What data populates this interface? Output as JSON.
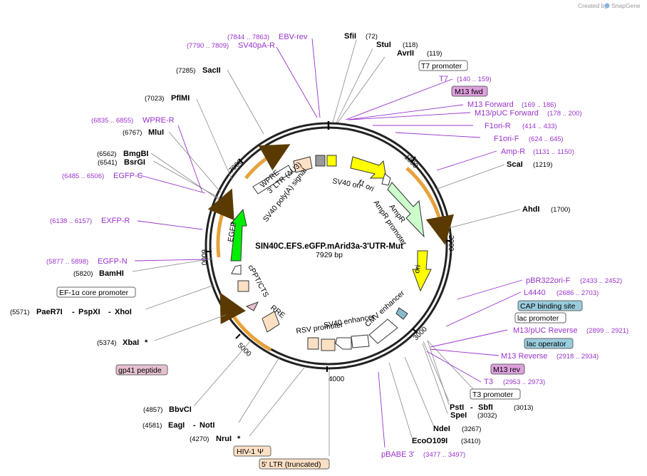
{
  "plasmid": {
    "name": "SIN40C.EFS.eGFP.mArid3a-3'UTR-Mut",
    "size_label": "7929 bp"
  },
  "credit": {
    "created_by": "Created by",
    "brand": "SnapGene"
  },
  "ticks": [
    "1000",
    "2000",
    "3000",
    "4000",
    "5000",
    "6000",
    "7000"
  ],
  "enzymes": [
    {
      "name": "SfiI",
      "pos": "(72)"
    },
    {
      "name": "StuI",
      "pos": "(118)"
    },
    {
      "name": "AvrII",
      "pos": "(119)"
    },
    {
      "name": "ScaI",
      "pos": "(1219)"
    },
    {
      "name": "AhdI",
      "pos": "(1700)"
    },
    {
      "name": "PstI",
      "pos": "(3013)",
      "joiner": "-",
      "name2": "SbfI"
    },
    {
      "name": "SpeI",
      "pos": "(3032)"
    },
    {
      "name": "NdeI",
      "pos": "(3267)"
    },
    {
      "name": "EcoO109I",
      "pos": "(3410)"
    },
    {
      "name": "NruI",
      "pos": "(4270)",
      "star": "*"
    },
    {
      "name": "EagI",
      "pos": "(4581)",
      "joiner": "-",
      "name2": "NotI"
    },
    {
      "name": "BbvCI",
      "pos": "(4857)"
    },
    {
      "name": "XbaI",
      "pos": "(5374)",
      "star": "*"
    },
    {
      "name": "PaeR7I",
      "pos": "(5571)",
      "joiner": "-",
      "name2": "PspXI",
      "joiner2": "-",
      "name3": "XhoI"
    },
    {
      "name": "BamHI",
      "pos": "(5820)"
    },
    {
      "name": "BsrGI",
      "pos": "(6541)"
    },
    {
      "name": "BmgBI",
      "pos": "(6562)"
    },
    {
      "name": "MluI",
      "pos": "(6767)"
    },
    {
      "name": "PflMI",
      "pos": "(7023)"
    },
    {
      "name": "SacII",
      "pos": "(7285)"
    }
  ],
  "primers": [
    {
      "name": "EBV-rev",
      "range": "(7844 .. 7863)"
    },
    {
      "name": "SV40pA-R",
      "range": "(7790 .. 7809)"
    },
    {
      "name": "T7",
      "range": "(140 .. 159)"
    },
    {
      "name": "M13 Forward",
      "range": "(169 .. 186)"
    },
    {
      "name": "M13/pUC Forward",
      "range": "(178 .. 200)"
    },
    {
      "name": "F1ori-R",
      "range": "(414 .. 433)"
    },
    {
      "name": "F1ori-F",
      "range": "(624 .. 645)"
    },
    {
      "name": "Amp-R",
      "range": "(1131 .. 1150)"
    },
    {
      "name": "pBR322ori-F",
      "range": "(2433 .. 2452)"
    },
    {
      "name": "L4440",
      "range": "(2686 .. 2703)"
    },
    {
      "name": "M13/pUC Reverse",
      "range": "(2899 .. 2921)"
    },
    {
      "name": "M13 Reverse",
      "range": "(2918 .. 2934)"
    },
    {
      "name": "T3",
      "range": "(2953 .. 2973)"
    },
    {
      "name": "pBABE 3'",
      "range": "(3477 .. 3497)"
    },
    {
      "name": "WPRE-R",
      "range": "(6835 .. 6855)"
    },
    {
      "name": "EGFP-C",
      "range": "(6485 .. 6506)"
    },
    {
      "name": "EXFP-R",
      "range": "(6138 .. 6157)"
    },
    {
      "name": "EGFP-N",
      "range": "(5877 .. 5898)"
    }
  ],
  "boxed_features": [
    {
      "name": "T7 promoter"
    },
    {
      "name": "M13 fwd"
    },
    {
      "name": "CAP binding site"
    },
    {
      "name": "lac promoter"
    },
    {
      "name": "lac operator"
    },
    {
      "name": "M13 rev"
    },
    {
      "name": "T3 promoter"
    },
    {
      "name": "EF-1α core promoter"
    },
    {
      "name": "gp41 peptide"
    },
    {
      "name": "HIV-1 Ψ"
    },
    {
      "name": "5' LTR (truncated)"
    }
  ],
  "inner_features": {
    "f1_ori": "f1 ori",
    "sv40_ori": "SV40 ori",
    "ampr": "AmpR",
    "ampr_promoter": "AmpR promoter",
    "ori": "ori",
    "cmv_enhancer": "CMV enhancer",
    "sv40_enhancer": "SV40 enhancer",
    "rsv_promoter": "RSV promoter",
    "rre": "RRE",
    "cppt_cts": "cPPT/CTS",
    "egfp": "EGFP",
    "wpre": "WPRE",
    "ltr3": "3' LTR (ΔU3)",
    "sv40_polya": "SV40 poly(A) signal"
  },
  "colors": {
    "primer": "#9933cc",
    "ampr_fill": "#ccffcc",
    "ori_fill": "#ffff00",
    "egfp_fill": "#00ee00",
    "orf_arc": "#e6a23c",
    "lac_box": "#99ccdd",
    "m13_box": "#dda0dd",
    "peach_box": "#fde0c4",
    "gp41_box": "#e6c0d0"
  }
}
